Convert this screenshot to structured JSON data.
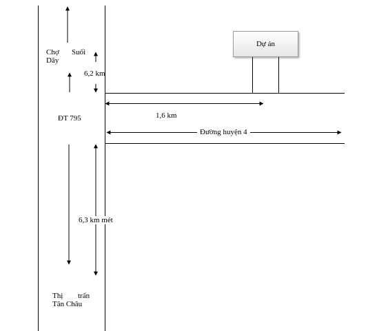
{
  "labels": {
    "cho_suoi": "Chợ",
    "cho_suoi_2": "Suối",
    "day": "Dây",
    "dist_north": "6,2 km",
    "dist_east": "1,6 km",
    "road_dt795": "ĐT 795",
    "road_huyen4": "Đường huyện 4",
    "dist_south": "6,3 km mét",
    "thi_tran": "Thị",
    "tran": "trấn",
    "tan_chau": "Tân Châu",
    "project": "Dự án"
  }
}
